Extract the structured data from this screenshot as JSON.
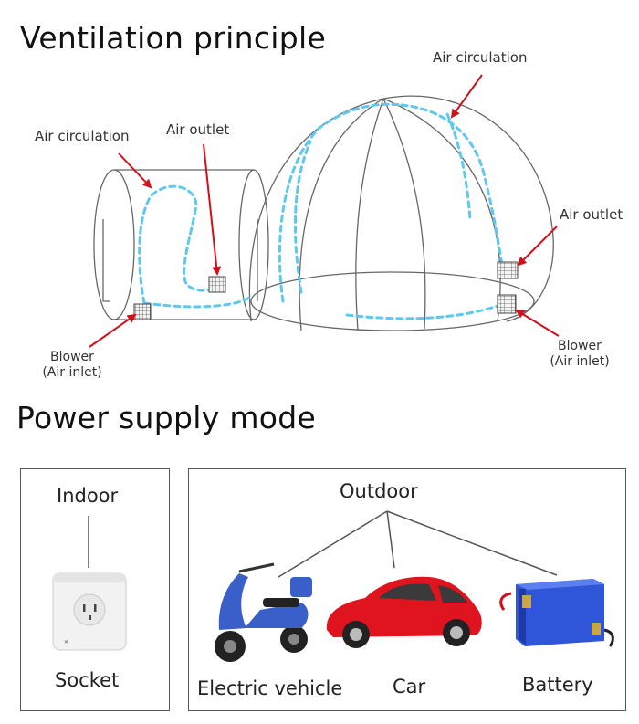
{
  "ventilation": {
    "title": "Ventilation principle",
    "air_circulation_left": "Air circulation",
    "air_outlet_left": "Air outlet",
    "air_circulation_right": "Air circulation",
    "air_outlet_right": "Air outlet",
    "blower_left_line1": "Blower",
    "blower_left_line2": "(Air inlet)",
    "blower_right_line1": "Blower",
    "blower_right_line2": "(Air inlet)"
  },
  "power": {
    "title": "Power supply mode",
    "indoor_label": "Indoor",
    "socket_label": "Socket",
    "outdoor_label": "Outdoor",
    "ev_label": "Electric vehicle",
    "car_label": "Car",
    "battery_label": "Battery"
  },
  "colors": {
    "arrow": "#d0101a",
    "airflow": "#5ec8ee",
    "car": "#e0141e",
    "scooter": "#3b5fc8",
    "battery": "#2f55d8"
  }
}
